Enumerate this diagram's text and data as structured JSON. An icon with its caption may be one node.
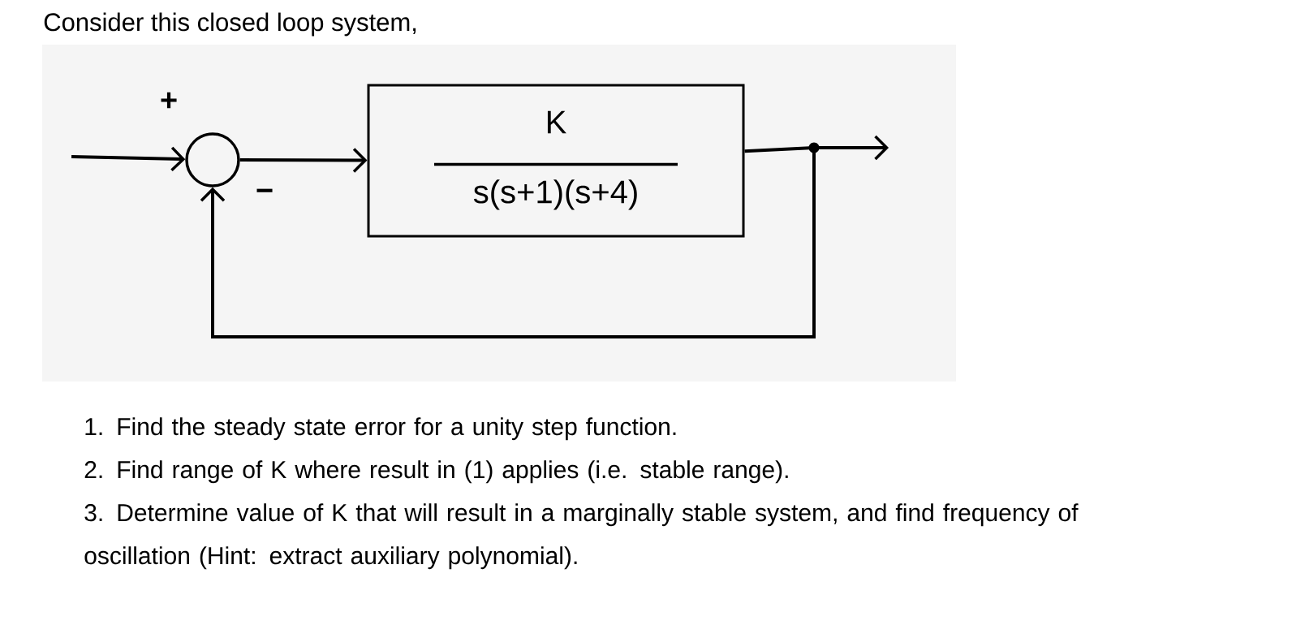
{
  "diagram": {
    "title": "Consider this closed loop system,",
    "nodes": [
      {
        "text": [],
        "shape": "circle"
      },
      {
        "text": [
          "K",
          "s(s+1)(s+4)"
        ]
      },
      {
        "text": [],
        "shape": "circle"
      }
    ],
    "edges": [
      {
        "from": null,
        "to": 0,
        "arrow": "to"
      },
      {
        "from": 0,
        "to": 1,
        "arrow": "to"
      },
      {
        "from": 1,
        "to": 2,
        "arrow": "none"
      },
      {
        "from": 2,
        "to": null,
        "arrow": "to"
      },
      {
        "from": 2,
        "to": 0,
        "arrow": "to"
      }
    ],
    "labels": [
      "+",
      "−",
      "1. Find the steady state error for a unity step function.",
      "2. Find range of K where result in (1) applies (i.e. stable range).",
      "3. Determine value of K that will result in a marginally stable system, and find frequency of oscillation (Hint: extract auxiliary polynomial)."
    ]
  }
}
